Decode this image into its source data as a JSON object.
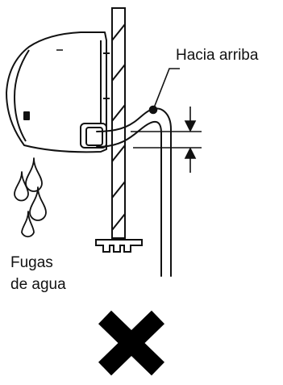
{
  "diagram": {
    "label_up": "Hacia arriba",
    "label_leak_line1": "Fugas",
    "label_leak_line2": "de agua",
    "stroke_color": "#111111",
    "fill_color": "#ffffff",
    "icons": [
      "indoor-unit-icon",
      "wall-icon",
      "drain-hose-icon",
      "water-drop-icon",
      "up-arrow-icon",
      "cross-mark-icon"
    ],
    "verdict": "incorrect"
  }
}
